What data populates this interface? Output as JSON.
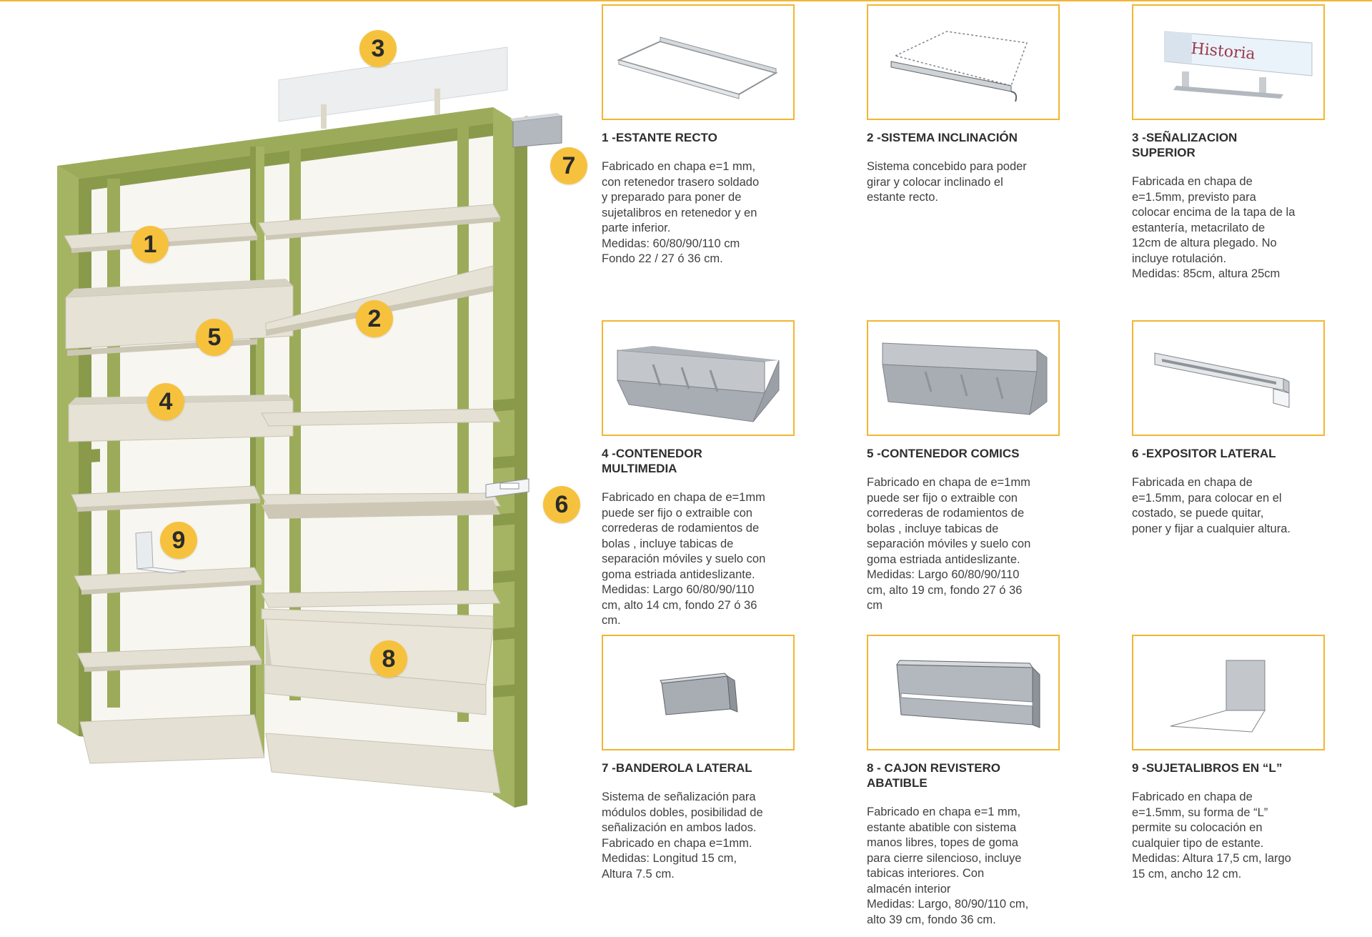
{
  "colors": {
    "accent": "#f2b632",
    "callout": "#f6c23e",
    "frame_green": "#9cab5a",
    "shelf": "#e4e0d4",
    "part_gray": "#a4a9b0"
  },
  "illustration": {
    "callouts": [
      "1",
      "2",
      "3",
      "4",
      "5",
      "6",
      "7",
      "8",
      "9"
    ],
    "sign_text": "Historia"
  },
  "items": [
    {
      "icon": "flat-shelf-icon",
      "title": "1 -ESTANTE RECTO",
      "desc": "Fabricado en chapa e=1 mm,\ncon retenedor trasero soldado\ny preparado para poner de\nsujetalibros en retenedor y en\nparte inferior.\nMedidas: 60/80/90/110 cm\nFondo 22 / 27 ó 36 cm."
    },
    {
      "icon": "tilt-system-icon",
      "title": "2 -SISTEMA INCLINACIÓN",
      "desc": "Sistema concebido para poder\ngirar y colocar inclinado el\nestante recto."
    },
    {
      "icon": "top-sign-icon",
      "title": "3 -SEÑALIZACION\nSUPERIOR",
      "desc": "Fabricada en chapa de\ne=1.5mm, previsto para\ncolocar encima de la tapa de la\nestantería, metacrilato de\n12cm de altura plegado. No\nincluye rotulación.\nMedidas: 85cm, altura 25cm"
    },
    {
      "icon": "multimedia-container-icon",
      "title": "4 -CONTENEDOR\nMULTIMEDIA",
      "desc": "Fabricado en chapa de e=1mm\npuede ser fijo o extraible con\ncorrederas de rodamientos de\nbolas , incluye tabicas de\nseparación móviles y suelo con\ngoma estriada antideslizante.\nMedidas: Largo 60/80/90/110\ncm, alto 14 cm, fondo 27 ó 36\ncm."
    },
    {
      "icon": "comics-container-icon",
      "title": "5 -CONTENEDOR COMICS",
      "desc": "Fabricado en chapa de e=1mm\npuede ser fijo o extraible con\ncorrederas de rodamientos de\nbolas , incluye tabicas de\nseparación móviles y suelo con\ngoma estriada antideslizante.\nMedidas: Largo 60/80/90/110\ncm, alto 19 cm, fondo 27 ó 36\ncm"
    },
    {
      "icon": "side-display-icon",
      "title": "6 -EXPOSITOR LATERAL",
      "desc": "Fabricada en chapa de\ne=1.5mm, para colocar en el\ncostado, se puede quitar,\nponer y fijar a cualquier altura."
    },
    {
      "icon": "side-banner-icon",
      "title": "7 -BANDEROLA LATERAL",
      "desc": "Sistema de señalización para\nmódulos dobles, posibilidad de\nseñalización en ambos lados.\nFabricado en chapa e=1mm.\nMedidas: Longitud 15 cm,\nAltura 7.5 cm."
    },
    {
      "icon": "magazine-drawer-icon",
      "title": "8 - CAJON REVISTERO\nABATIBLE",
      "desc": "Fabricado en chapa e=1 mm,\nestante abatible con sistema\nmanos libres, topes de goma\npara cierre silencioso, incluye\ntabicas interiores. Con\nalmacén interior\nMedidas: Largo, 80/90/110 cm,\nalto 39 cm, fondo 36 cm."
    },
    {
      "icon": "l-bookend-icon",
      "title": "9 -SUJETALIBROS EN “L”",
      "desc": "Fabricado en chapa de\ne=1.5mm, su forma de “L”\npermite su colocación en\ncualquier tipo de estante.\nMedidas: Altura 17,5 cm, largo\n15 cm, ancho 12 cm."
    }
  ]
}
